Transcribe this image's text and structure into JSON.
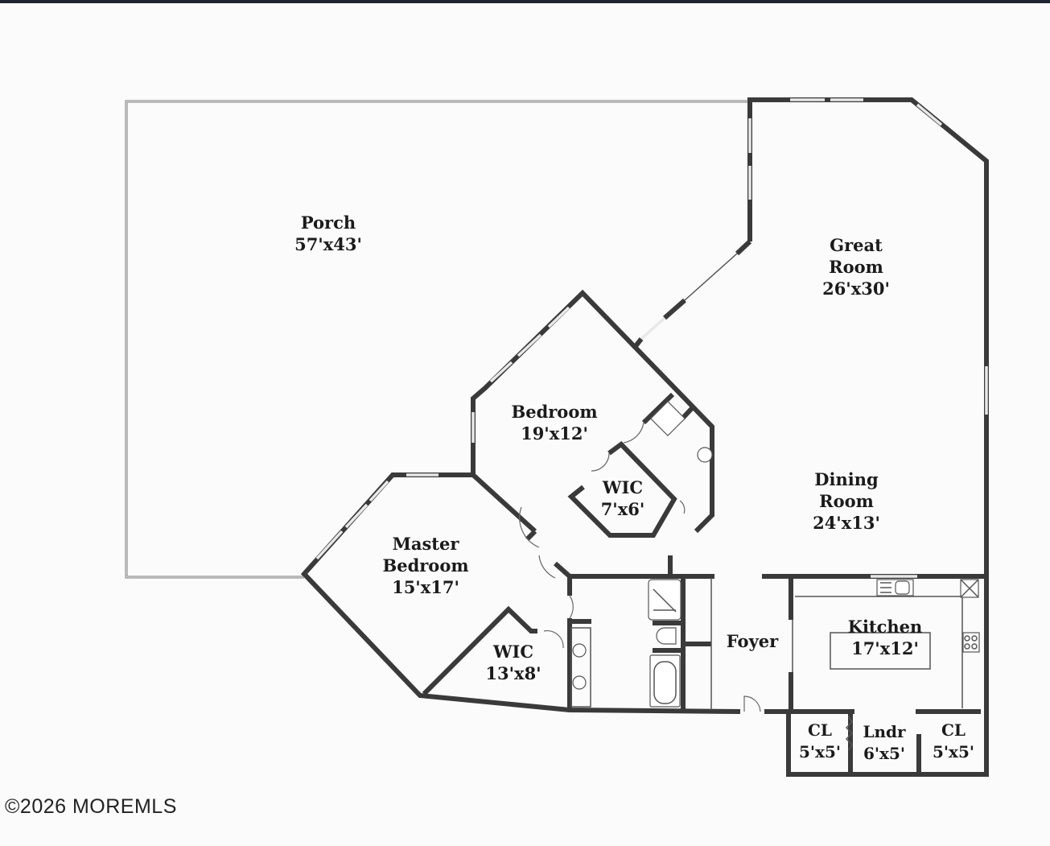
{
  "floor_plan": {
    "rooms": [
      {
        "id": "porch",
        "name": "Porch",
        "dims": "57'x43'"
      },
      {
        "id": "great-room",
        "name_line1": "Great",
        "name_line2": "Room",
        "dims": "26'x30'"
      },
      {
        "id": "bedroom",
        "name": "Bedroom",
        "dims": "19'x12'"
      },
      {
        "id": "wic-bedroom",
        "name": "WIC",
        "dims": "7'x6'"
      },
      {
        "id": "dining-room",
        "name_line1": "Dining",
        "name_line2": "Room",
        "dims": "24'x13'"
      },
      {
        "id": "master-bedroom",
        "name_line1": "Master",
        "name_line2": "Bedroom",
        "dims": "15'x17'"
      },
      {
        "id": "wic-master",
        "name": "WIC",
        "dims": "13'x8'"
      },
      {
        "id": "foyer",
        "name": "Foyer"
      },
      {
        "id": "kitchen",
        "name": "Kitchen",
        "dims": "17'x12'"
      },
      {
        "id": "closet-left",
        "name": "CL",
        "dims": "5'x5'"
      },
      {
        "id": "laundry",
        "name": "Lndr",
        "dims": "6'x5'"
      },
      {
        "id": "closet-right",
        "name": "CL",
        "dims": "5'x5'"
      }
    ],
    "colors": {
      "wall": "#3a3a3a",
      "background": "#fbfbfb",
      "porch_outline": "#7a7a7a"
    }
  },
  "watermark": {
    "text": "©2026 MOREMLS"
  }
}
